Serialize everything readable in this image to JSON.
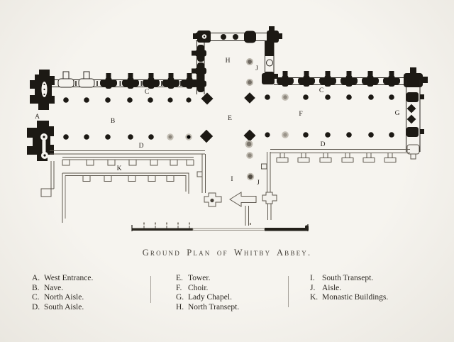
{
  "caption": "Ground Plan of Whitby Abbey.",
  "plan": {
    "labels": [
      {
        "letter": "A"
      },
      {
        "letter": "B"
      },
      {
        "letter": "C"
      },
      {
        "letter": "C"
      },
      {
        "letter": "D"
      },
      {
        "letter": "D"
      },
      {
        "letter": "E"
      },
      {
        "letter": "F"
      },
      {
        "letter": "G"
      },
      {
        "letter": "H"
      },
      {
        "letter": "J"
      },
      {
        "letter": "I"
      },
      {
        "letter": "J"
      },
      {
        "letter": "K"
      }
    ]
  },
  "legend": {
    "columns": [
      {
        "items": [
          {
            "key": "A.",
            "label": "West Entrance."
          },
          {
            "key": "B.",
            "label": "Nave."
          },
          {
            "key": "C.",
            "label": "North Aisle."
          },
          {
            "key": "D.",
            "label": "South Aisle."
          }
        ]
      },
      {
        "items": [
          {
            "key": "E.",
            "label": "Tower."
          },
          {
            "key": "F.",
            "label": "Choir."
          },
          {
            "key": "G.",
            "label": "Lady Chapel."
          },
          {
            "key": "H.",
            "label": "North Transept."
          }
        ]
      },
      {
        "items": [
          {
            "key": "I.",
            "label": "South Transept."
          },
          {
            "key": "J.",
            "label": "Aisle."
          },
          {
            "key": "K.",
            "label": "Monastic Buildings."
          }
        ]
      }
    ]
  }
}
